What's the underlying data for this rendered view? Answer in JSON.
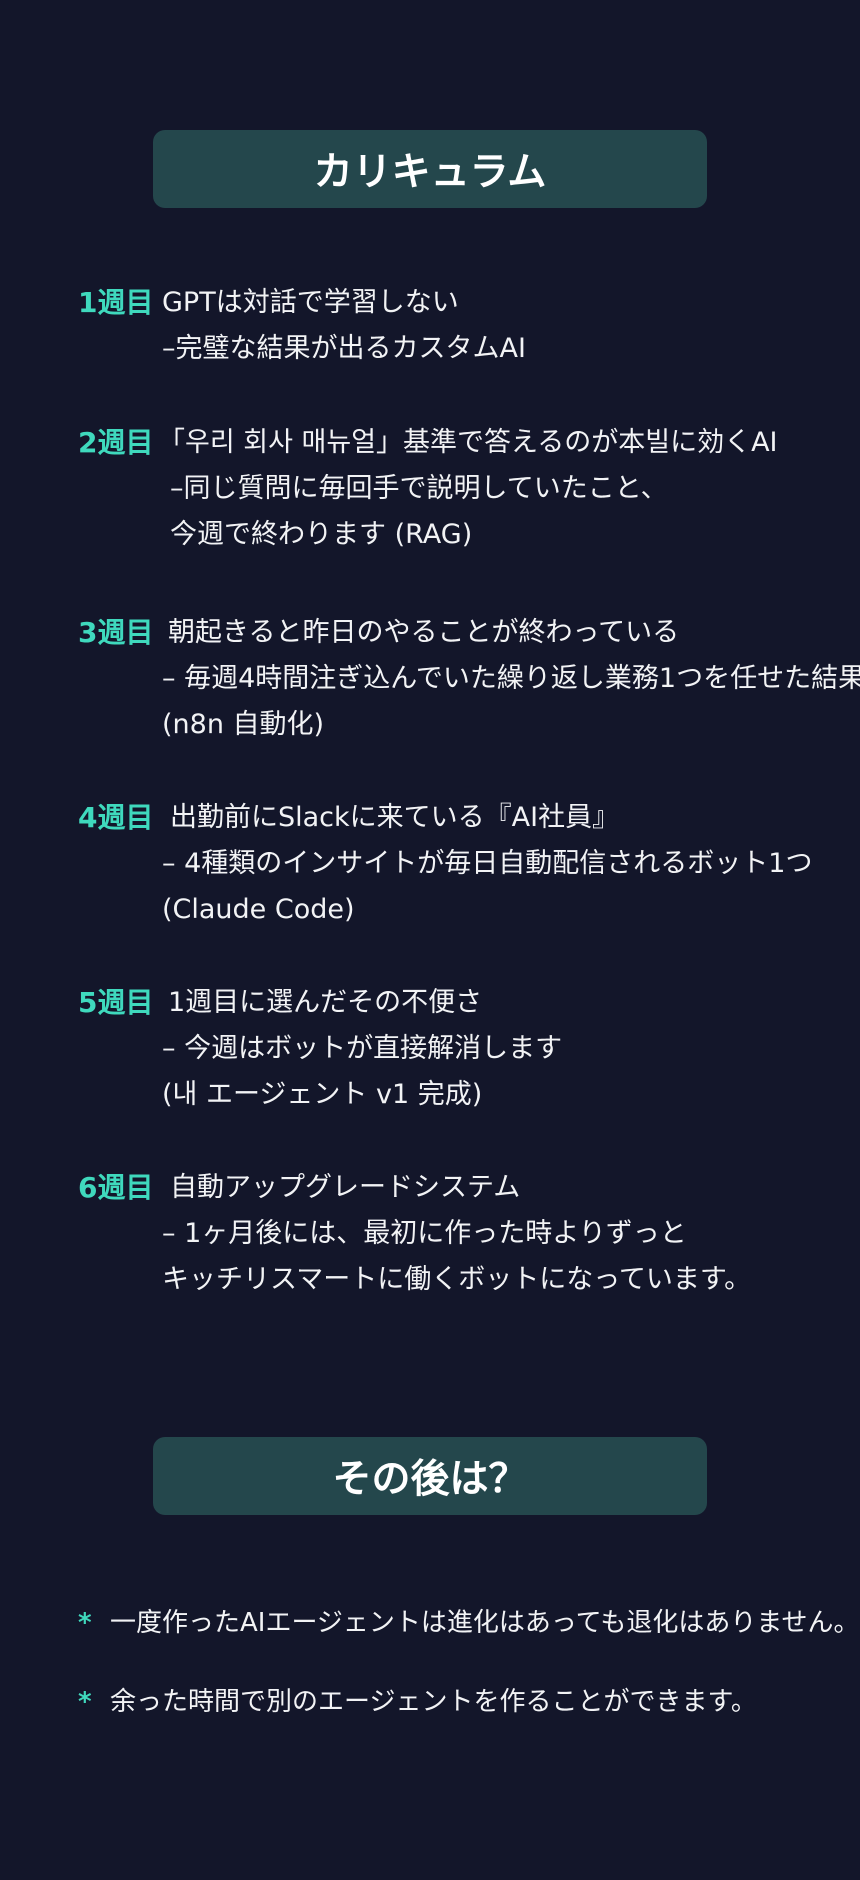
{
  "curriculum": {
    "heading": "カリキュラム",
    "weeks": [
      {
        "label": "1週目",
        "title": "GPTは対話で学習しない",
        "desc": [
          "–完璧な結果が出るカスタムAI"
        ]
      },
      {
        "label": "2週目",
        "title": "「우리 회사 매뉴얼」基準で答えるのが本빌に効くAI",
        "desc": [
          "–同じ質問に毎回手で説明していたこと、",
          "今週で終わります (RAG)"
        ]
      },
      {
        "label": "3週目",
        "title": "朝起きると昨日のやることが終わっている",
        "desc": [
          "– 毎週4時間注ぎ込んでいた繰り返し業務1つを任せた結果",
          "(n8n 自動化)"
        ]
      },
      {
        "label": "4週目",
        "title": "出勤前にSlackに来ている『AI社員』",
        "desc": [
          "– 4種類のインサイトが毎日自動配信されるボット1つ",
          "(Claude Code)"
        ]
      },
      {
        "label": "5週目",
        "title": "1週目に選んだその不便さ",
        "desc": [
          "– 今週はボットが直接解消します",
          "(내 エージェント v1 完成)"
        ]
      },
      {
        "label": "6週目",
        "title": "自動アップグレードシステム",
        "desc": [
          "– 1ヶ月後には、最初に作った時よりずっと",
          "キッチリスマートに働くボットになっています。"
        ]
      }
    ]
  },
  "after": {
    "heading": "その後は？",
    "bullet_symbol": "*",
    "notes": [
      "一度作ったAIエージェントは進化はあっても退化はありません。",
      "余った時間で別のエージェントを作ることができます。"
    ]
  }
}
